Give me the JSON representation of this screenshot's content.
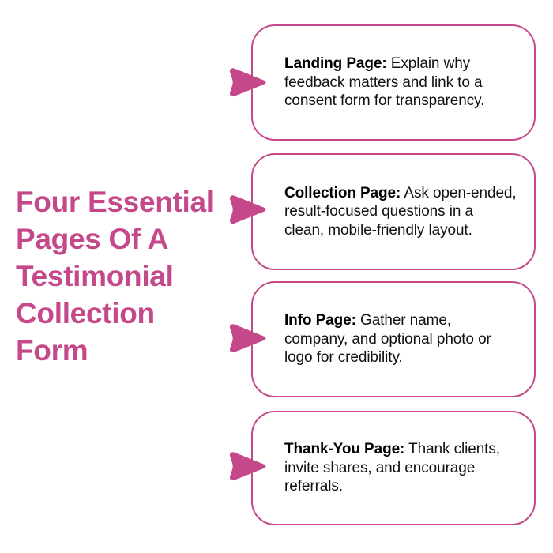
{
  "page": {
    "background_color": "#ffffff",
    "accent_color": "#c4488a",
    "body_text_color": "#111111",
    "heading_text_color": "#c4488a"
  },
  "title": {
    "text": "Four Essential Pages Of A Testimonial Collection Form",
    "lines": [
      "Four Essential",
      "Pages Of A",
      "Testimonial",
      "Collection",
      "Form"
    ]
  },
  "cards": [
    {
      "id": "landing-page",
      "lead": "Landing Page:",
      "body": " Explain why feedback matters and link to a consent form for transparency.",
      "arrow_icon": "arrow-right-icon"
    },
    {
      "id": "collection-page",
      "lead": "Collection Page:",
      "body": " Ask open-ended, result-focused questions in a clean, mobile-friendly layout.",
      "arrow_icon": "arrow-right-icon"
    },
    {
      "id": "info-page",
      "lead": "Info Page:",
      "body": " Gather name, company, and optional photo or logo for credibility.",
      "arrow_icon": "arrow-right-icon"
    },
    {
      "id": "thank-you-page",
      "lead": "Thank-You Page:",
      "body": " Thank clients, invite shares, and encourage referrals.",
      "arrow_icon": "arrow-right-icon"
    }
  ]
}
